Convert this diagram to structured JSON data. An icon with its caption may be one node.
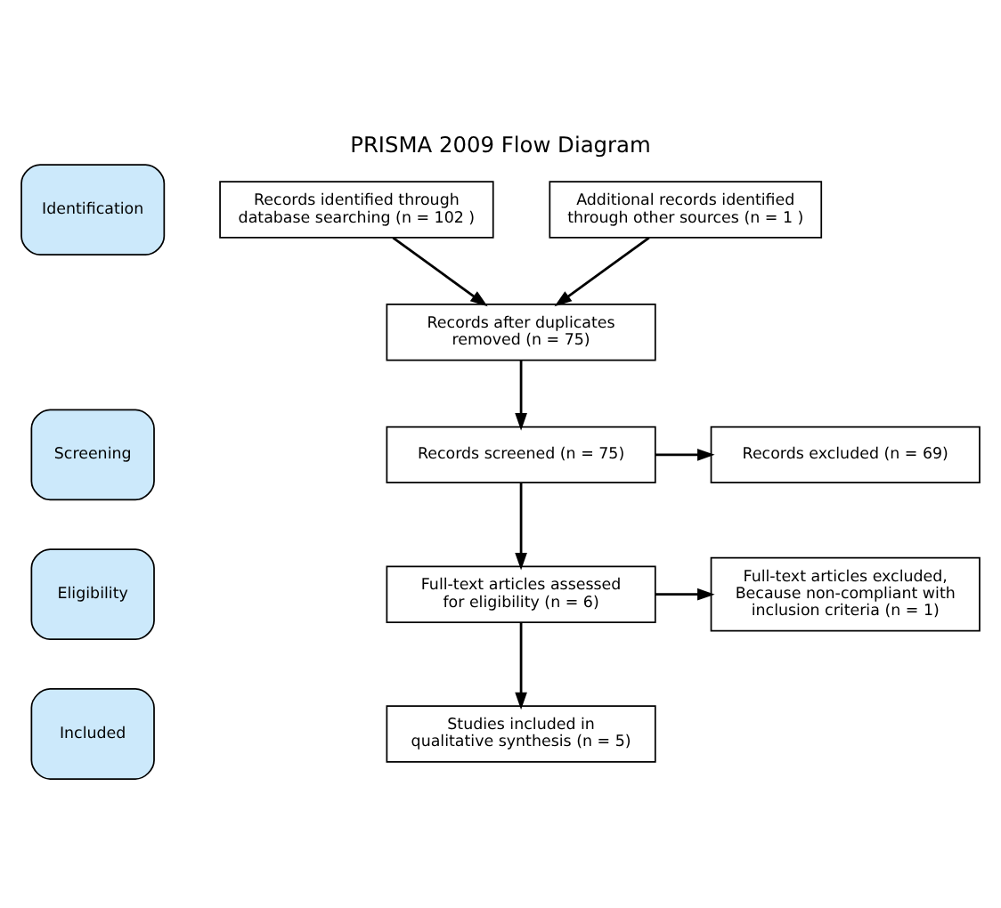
{
  "diagram": {
    "title": "PRISMA 2009 Flow Diagram",
    "nodes": [
      {
        "text": [
          "Identification"
        ]
      },
      {
        "text": [
          "Screening"
        ]
      },
      {
        "text": [
          "Eligibility"
        ]
      },
      {
        "text": [
          "Included"
        ]
      },
      {
        "text": [
          "Records identified through database searching (n = 102 )"
        ]
      },
      {
        "text": [
          "Additional records identified through other sources (n = 1 )"
        ]
      },
      {
        "text": [
          "Records after duplicates removed (n = 75)"
        ]
      },
      {
        "text": [
          "Records screened (n = 75)"
        ]
      },
      {
        "text": [
          "Records excluded (n = 69)"
        ]
      },
      {
        "text": [
          "Full-text articles assessed for eligibility (n = 6)"
        ]
      },
      {
        "text": [
          "Full-text articles excluded, Because non-compliant with inclusion criteria (n = 1)"
        ]
      },
      {
        "text": [
          "Studies included in qualitative synthesis (n = 5)"
        ]
      }
    ],
    "edges": [
      {
        "from": 4,
        "to": 6,
        "arrow": "to"
      },
      {
        "from": 5,
        "to": 6,
        "arrow": "to"
      },
      {
        "from": 6,
        "to": 7,
        "arrow": "to"
      },
      {
        "from": 7,
        "to": 8,
        "arrow": "to"
      },
      {
        "from": 7,
        "to": 9,
        "arrow": "to"
      },
      {
        "from": 9,
        "to": 10,
        "arrow": "to"
      },
      {
        "from": 9,
        "to": 11,
        "arrow": "to"
      }
    ]
  }
}
